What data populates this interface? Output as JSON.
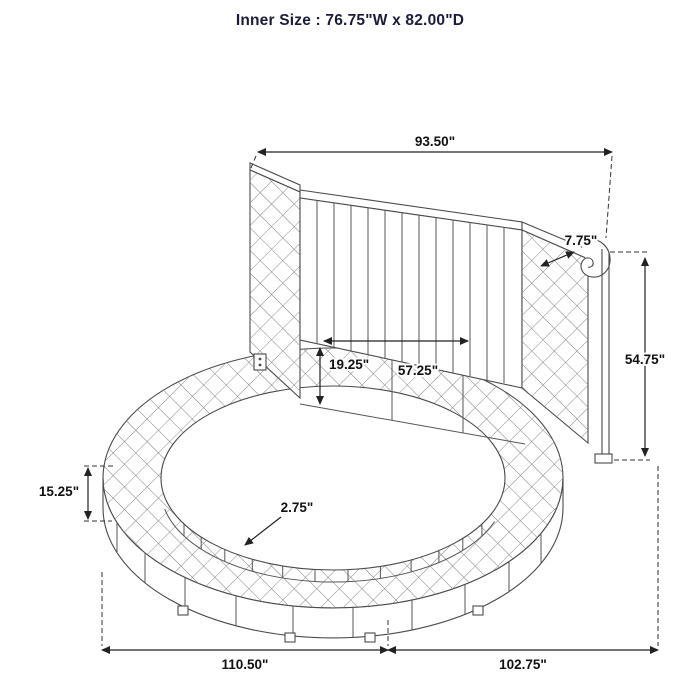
{
  "title": "Inner Size : 76.75\"W x 82.00\"D",
  "dims": {
    "top_width": "93.50\"",
    "top_thickness": "7.75\"",
    "headboard_height": "54.75\"",
    "headboard_clearance": "19.25\"",
    "inner_width": "57.25\"",
    "side_rail_height": "15.25\"",
    "platform_lip": "2.75\"",
    "base_width": "110.50\"",
    "base_depth": "102.75\""
  }
}
